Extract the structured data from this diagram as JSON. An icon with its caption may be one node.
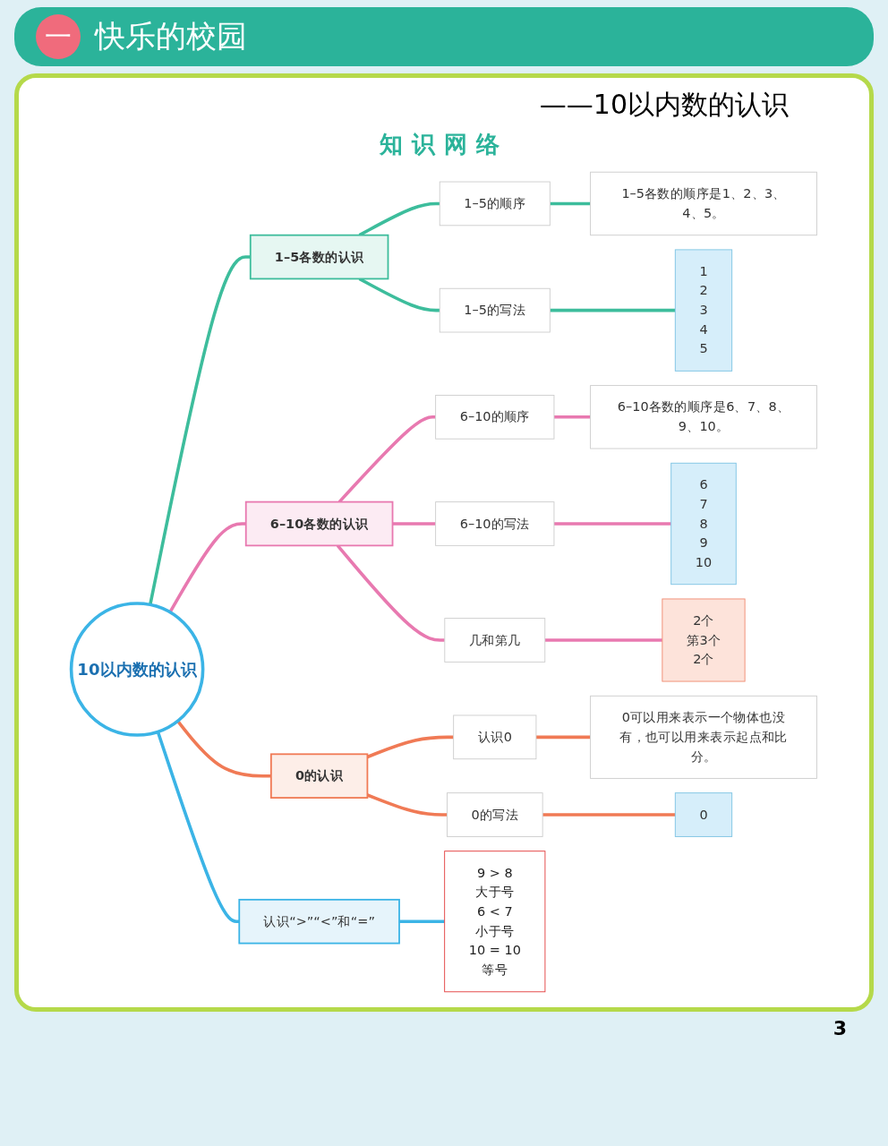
{
  "diagram": {
    "title": "快乐的校园",
    "nodes": [
      {
        "text": [
          "10以内数的认识"
        ]
      },
      {
        "text": [
          "1–5各数的认识"
        ]
      },
      {
        "text": [
          "1–5的顺序"
        ]
      },
      {
        "text": [
          "1–5各数的顺序是1、2、3、4、5。"
        ]
      },
      {
        "text": [
          "1–5的写法"
        ]
      },
      {
        "text": [
          "1",
          "2",
          "3",
          "4",
          "5"
        ]
      },
      {
        "text": [
          "6–10各数的认识"
        ]
      },
      {
        "text": [
          "6–10的顺序"
        ]
      },
      {
        "text": [
          "6–10各数的顺序是6、7、8、9、10。"
        ]
      },
      {
        "text": [
          "6–10的写法"
        ]
      },
      {
        "text": [
          "6",
          "7",
          "8",
          "9",
          "10"
        ]
      },
      {
        "text": [
          "几和第几"
        ]
      },
      {
        "text": [
          "2个",
          "第3个",
          "2个"
        ]
      },
      {
        "text": [
          "0的认识"
        ]
      },
      {
        "text": [
          "认识0"
        ]
      },
      {
        "text": [
          "0可以用来表示一个物体也没有，也可以用来表示起点和比分。"
        ]
      },
      {
        "text": [
          "0的写法"
        ]
      },
      {
        "text": [
          "0"
        ]
      },
      {
        "text": [
          "认识“>”“<”和“=”"
        ]
      },
      {
        "text": [
          "9 > 8",
          "大于号",
          "6 < 7",
          "小于号",
          "10 = 10",
          "等号"
        ]
      }
    ],
    "edges": [
      {
        "from": 0,
        "to": 1,
        "arrow": "none",
        "color": "#3dbd9c"
      },
      {
        "from": 1,
        "to": 2,
        "arrow": "none",
        "color": "#3dbd9c"
      },
      {
        "from": 2,
        "to": 3,
        "arrow": "none",
        "color": "#3dbd9c"
      },
      {
        "from": 1,
        "to": 4,
        "arrow": "none",
        "color": "#3dbd9c"
      },
      {
        "from": 4,
        "to": 5,
        "arrow": "none",
        "color": "#3dbd9c"
      },
      {
        "from": 0,
        "to": 6,
        "arrow": "none"
      },
      {
        "from": 6,
        "to": 7,
        "arrow": "none"
      },
      {
        "from": 7,
        "to": 8,
        "arrow": "none"
      },
      {
        "from": 6,
        "to": 9,
        "arrow": "none"
      },
      {
        "from": 9,
        "to": 10,
        "arrow": "none"
      },
      {
        "from": 6,
        "to": 11,
        "arrow": "none"
      },
      {
        "from": 11,
        "to": 12,
        "arrow": "none"
      },
      {
        "from": 0,
        "to": 13,
        "arrow": "none",
        "color": "#f07a55"
      },
      {
        "from": 13,
        "to": 14,
        "arrow": "none",
        "color": "#f07a55"
      },
      {
        "from": 14,
        "to": 15,
        "arrow": "none",
        "color": "#f07a55"
      },
      {
        "from": 13,
        "to": 16,
        "arrow": "none",
        "color": "#f07a55"
      },
      {
        "from": 16,
        "to": 17,
        "arrow": "none",
        "color": "#f07a55"
      },
      {
        "from": 0,
        "to": 18,
        "arrow": "none",
        "color": "#3bb4e6"
      },
      {
        "from": 18,
        "to": 19,
        "arrow": "none",
        "color": "#3bb4e6"
      }
    ],
    "labels": [
      "一",
      "——10以内数的认识",
      "知识网络",
      "3"
    ]
  }
}
